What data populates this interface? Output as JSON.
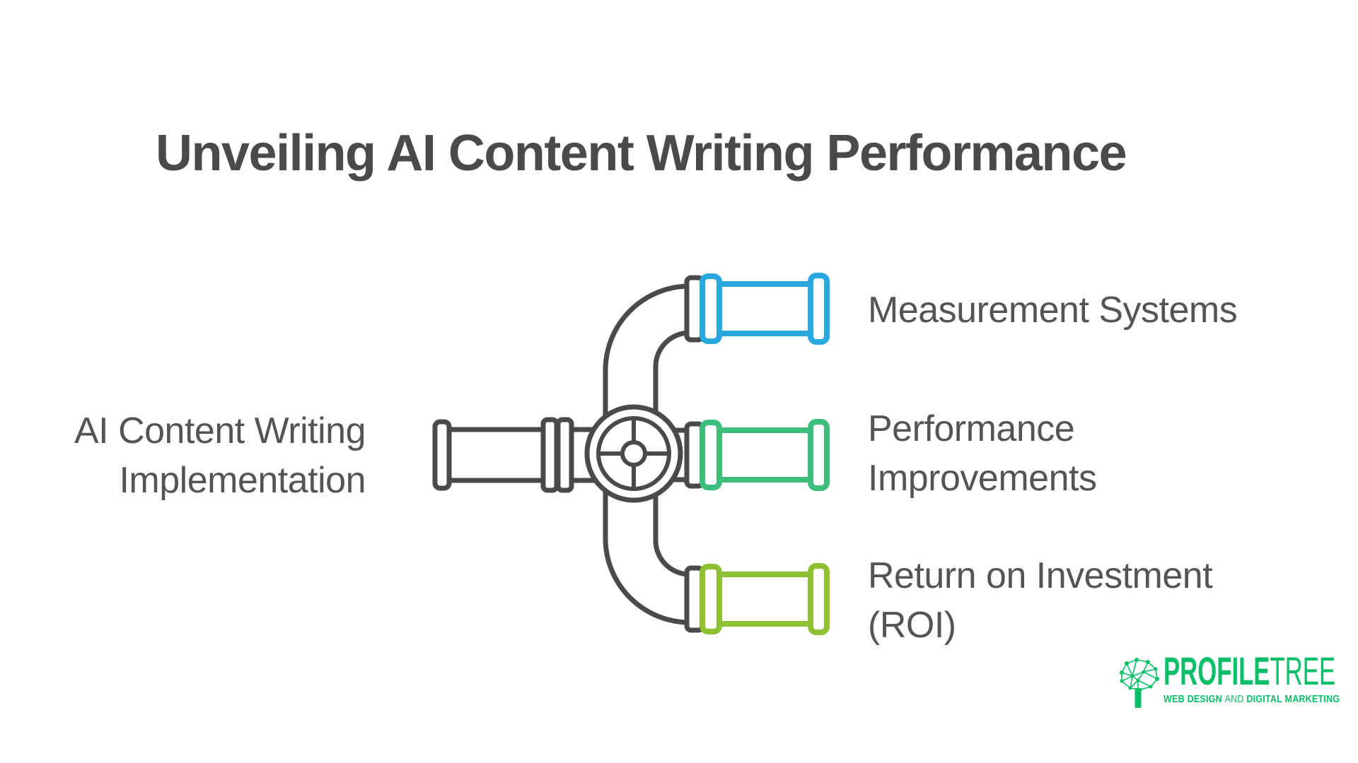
{
  "title": "Unveiling AI Content Writing Performance",
  "diagram": {
    "metaphor": "pipe-valve-splitter",
    "input_label_lines": [
      "AI Content Writing",
      "Implementation"
    ],
    "branches": [
      {
        "id": "measurement-systems",
        "label_lines": [
          "Measurement Systems",
          ""
        ],
        "pipe_color": "#29a8e0"
      },
      {
        "id": "performance-improvements",
        "label_lines": [
          "Performance",
          "Improvements"
        ],
        "pipe_color": "#3dbe7c"
      },
      {
        "id": "return-on-investment",
        "label_lines": [
          "Return on Investment",
          "(ROI)"
        ],
        "pipe_color": "#8dc032"
      }
    ]
  },
  "logo": {
    "brand_bold": "PROFILE",
    "brand_light": "TREE",
    "tagline_bold1": "WEB DESIGN",
    "tagline_and": "AND",
    "tagline_bold2": "DIGITAL MARKETING"
  },
  "colors": {
    "pipe-outline": "#4a4a4a",
    "pipe-blue": "#29a8e0",
    "pipe-green": "#3dbe7c",
    "pipe-olive": "#8dc032",
    "brand-green": "#0cbe68",
    "title-text": "#4a4a4a",
    "label-text": "#545454"
  }
}
